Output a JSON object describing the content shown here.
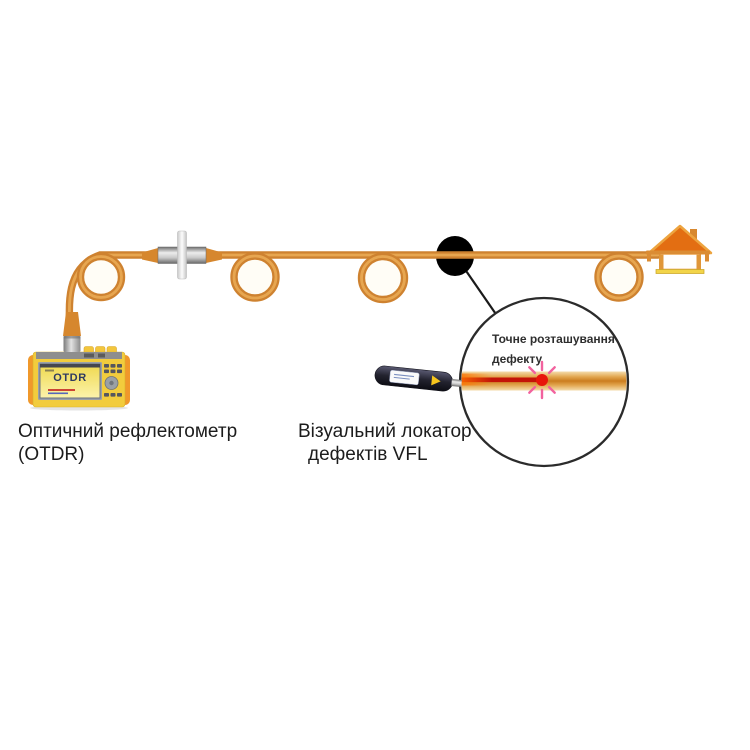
{
  "diagram": {
    "otdr_label": {
      "line1": "Оптичний рефлектометр",
      "line2": "(OTDR)"
    },
    "vfl_label": {
      "line1": "Візуальний локатор",
      "line2": "дефектів VFL"
    },
    "magnifier_label": {
      "line1": "Точне розташування",
      "line2": "дефекту"
    },
    "otdr_screen_text": "OTDR"
  },
  "colors": {
    "fiber": "#CE8230",
    "fiber_highlight": "#E7A650",
    "laser": "#C41408",
    "defect_dot": "#E8150A",
    "ray": "#F2629E",
    "defect_marker": "#000000",
    "magnifier_stroke": "#2B2B2B",
    "otdr_body": "#F2CC3D",
    "otdr_bumper": "#F0982B",
    "house_roof": "#E36E12",
    "text": "#1C1C1C"
  }
}
